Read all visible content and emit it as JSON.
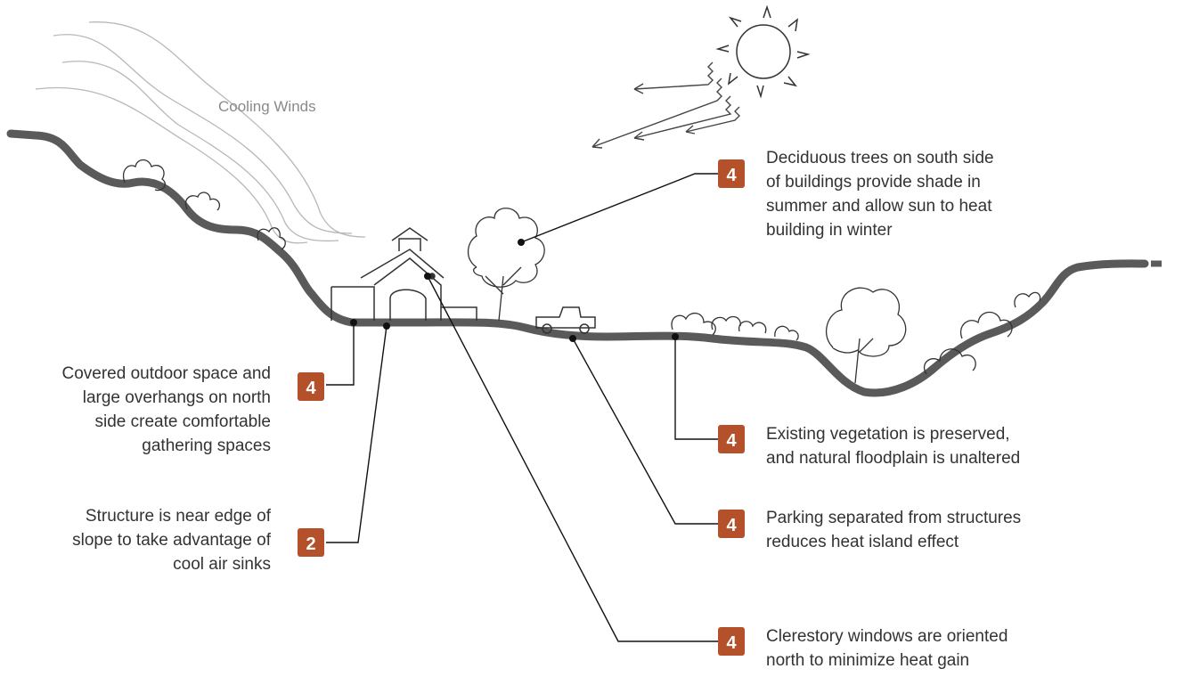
{
  "wind_label": "Cooling Winds",
  "callouts": [
    {
      "id": "deciduous",
      "badge": "4",
      "lines": [
        "Deciduous trees on south side",
        "of buildings provide shade in",
        "summer and allow sun to heat",
        "building in winter"
      ]
    },
    {
      "id": "covered",
      "badge": "4",
      "lines": [
        "Covered outdoor space and",
        "large overhangs on north",
        "side create comfortable",
        "gathering spaces"
      ]
    },
    {
      "id": "structure",
      "badge": "2",
      "lines": [
        "Structure is near edge of",
        "slope to take advantage of",
        "cool air sinks"
      ]
    },
    {
      "id": "vegetation",
      "badge": "4",
      "lines": [
        "Existing vegetation is preserved,",
        "and natural floodplain is unaltered"
      ]
    },
    {
      "id": "parking",
      "badge": "4",
      "lines": [
        "Parking separated from structures",
        "reduces heat island effect"
      ]
    },
    {
      "id": "clerestory",
      "badge": "4",
      "lines": [
        "Clerestory windows are oriented",
        "north to minimize heat gain"
      ]
    }
  ],
  "colors": {
    "badge": "#b4502a",
    "ground": "#555555",
    "leader": "#111111",
    "text": "#333333"
  }
}
